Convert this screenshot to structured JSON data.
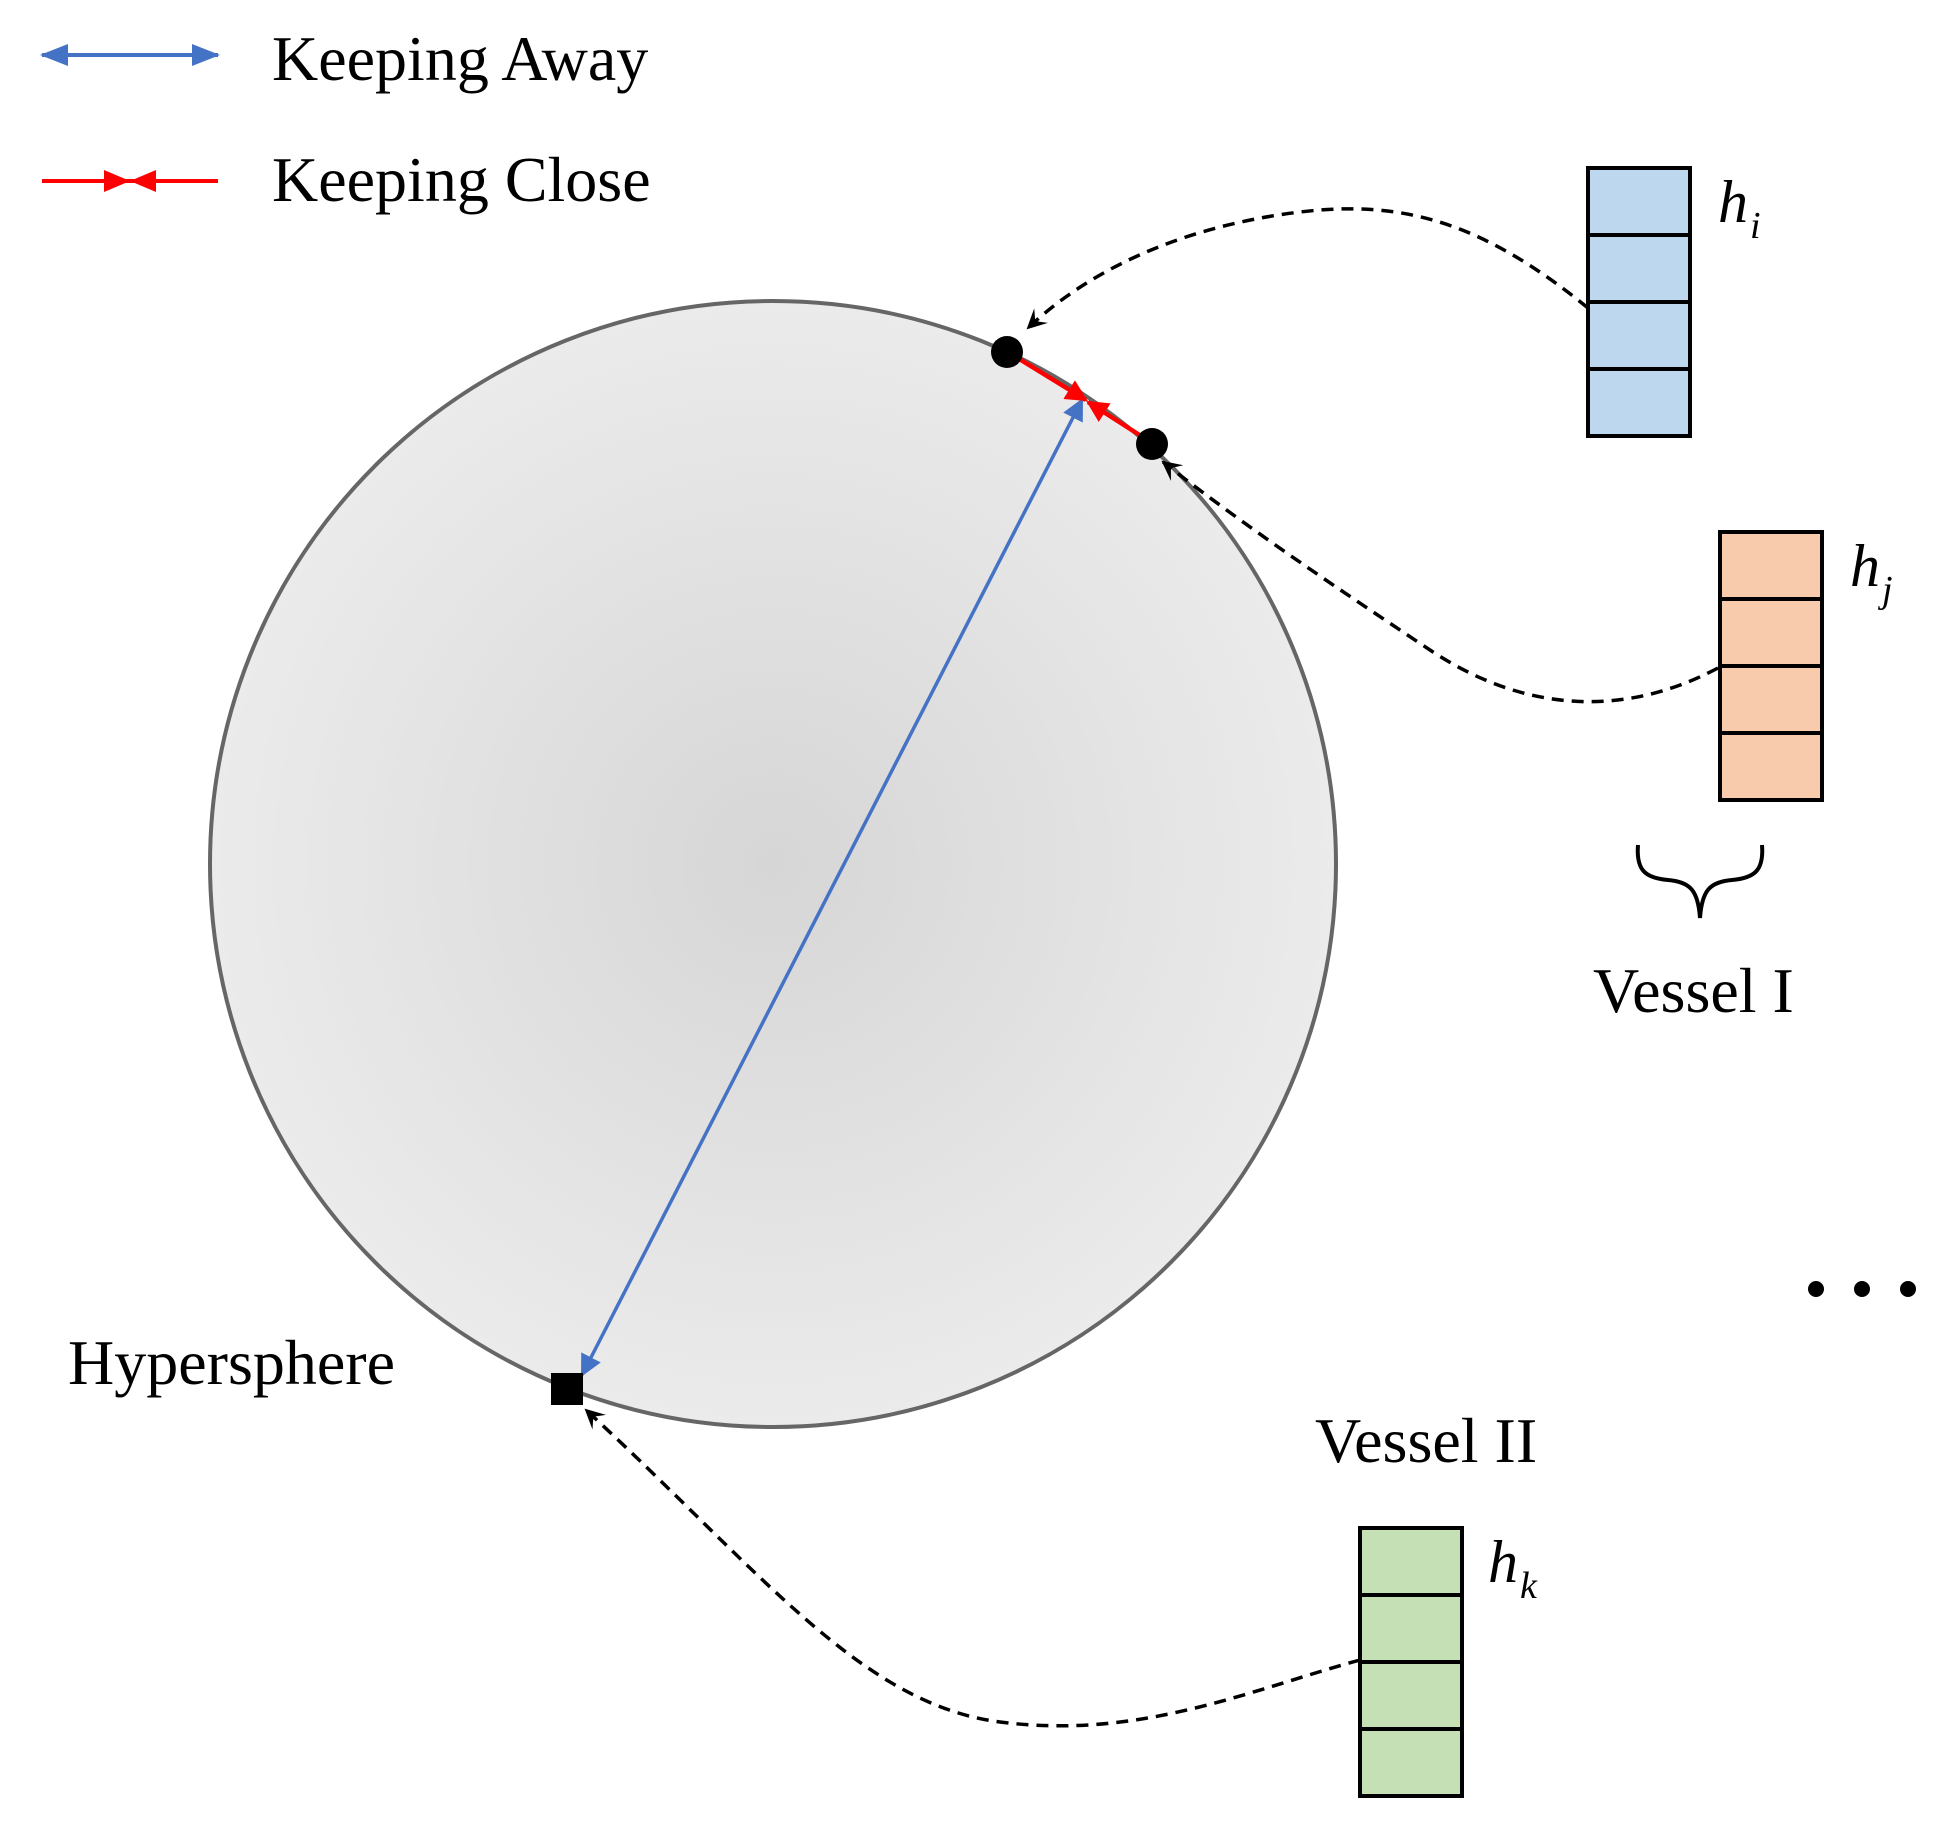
{
  "legend": {
    "keeping_away": {
      "label": "Keeping Away",
      "color": "#4472C4"
    },
    "keeping_close": {
      "label": "Keeping Close",
      "color": "#FF0000"
    }
  },
  "sphere": {
    "label": "Hypersphere",
    "fill_center": "#d6d6d6",
    "fill_edge": "#ebebeb",
    "stroke": "#666666"
  },
  "vectors": {
    "hi": {
      "symbol": "h",
      "subscript": "i",
      "fill": "#BDD7EE"
    },
    "hj": {
      "symbol": "h",
      "subscript": "j",
      "fill": "#F8CBAD"
    },
    "hk": {
      "symbol": "h",
      "subscript": "k",
      "fill": "#C5E0B4"
    }
  },
  "groups": {
    "vessel_1": "Vessel I",
    "vessel_2": "Vessel II"
  },
  "ellipsis": "…"
}
